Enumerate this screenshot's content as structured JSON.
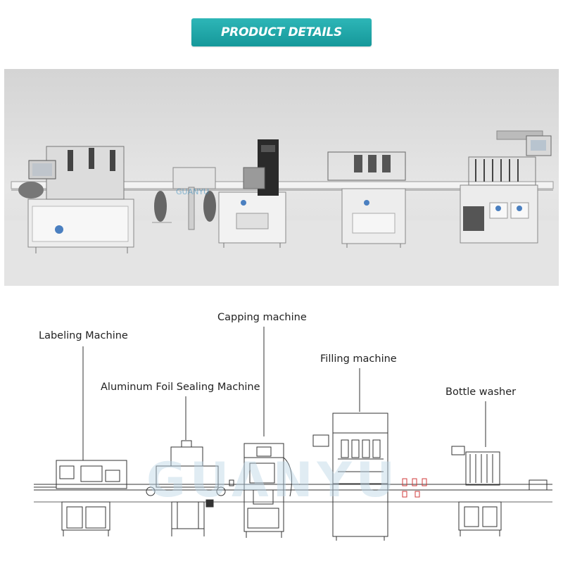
{
  "header": {
    "title": "PRODUCT DETAILS"
  },
  "photo_labels": {
    "brand": "GUANYU"
  },
  "diagram": {
    "labels": {
      "labeling": "Labeling Machine",
      "sealing": "Aluminum Foil Sealing Machine",
      "capping": "Capping machine",
      "filling": "Filling machine",
      "washer": "Bottle washer"
    },
    "watermark": "GUANYU"
  },
  "colors": {
    "accent": "#1ea6a8",
    "photo_bg": "#e0e0e0",
    "line_art": "#333333",
    "bottle_red": "#d23b3b"
  }
}
